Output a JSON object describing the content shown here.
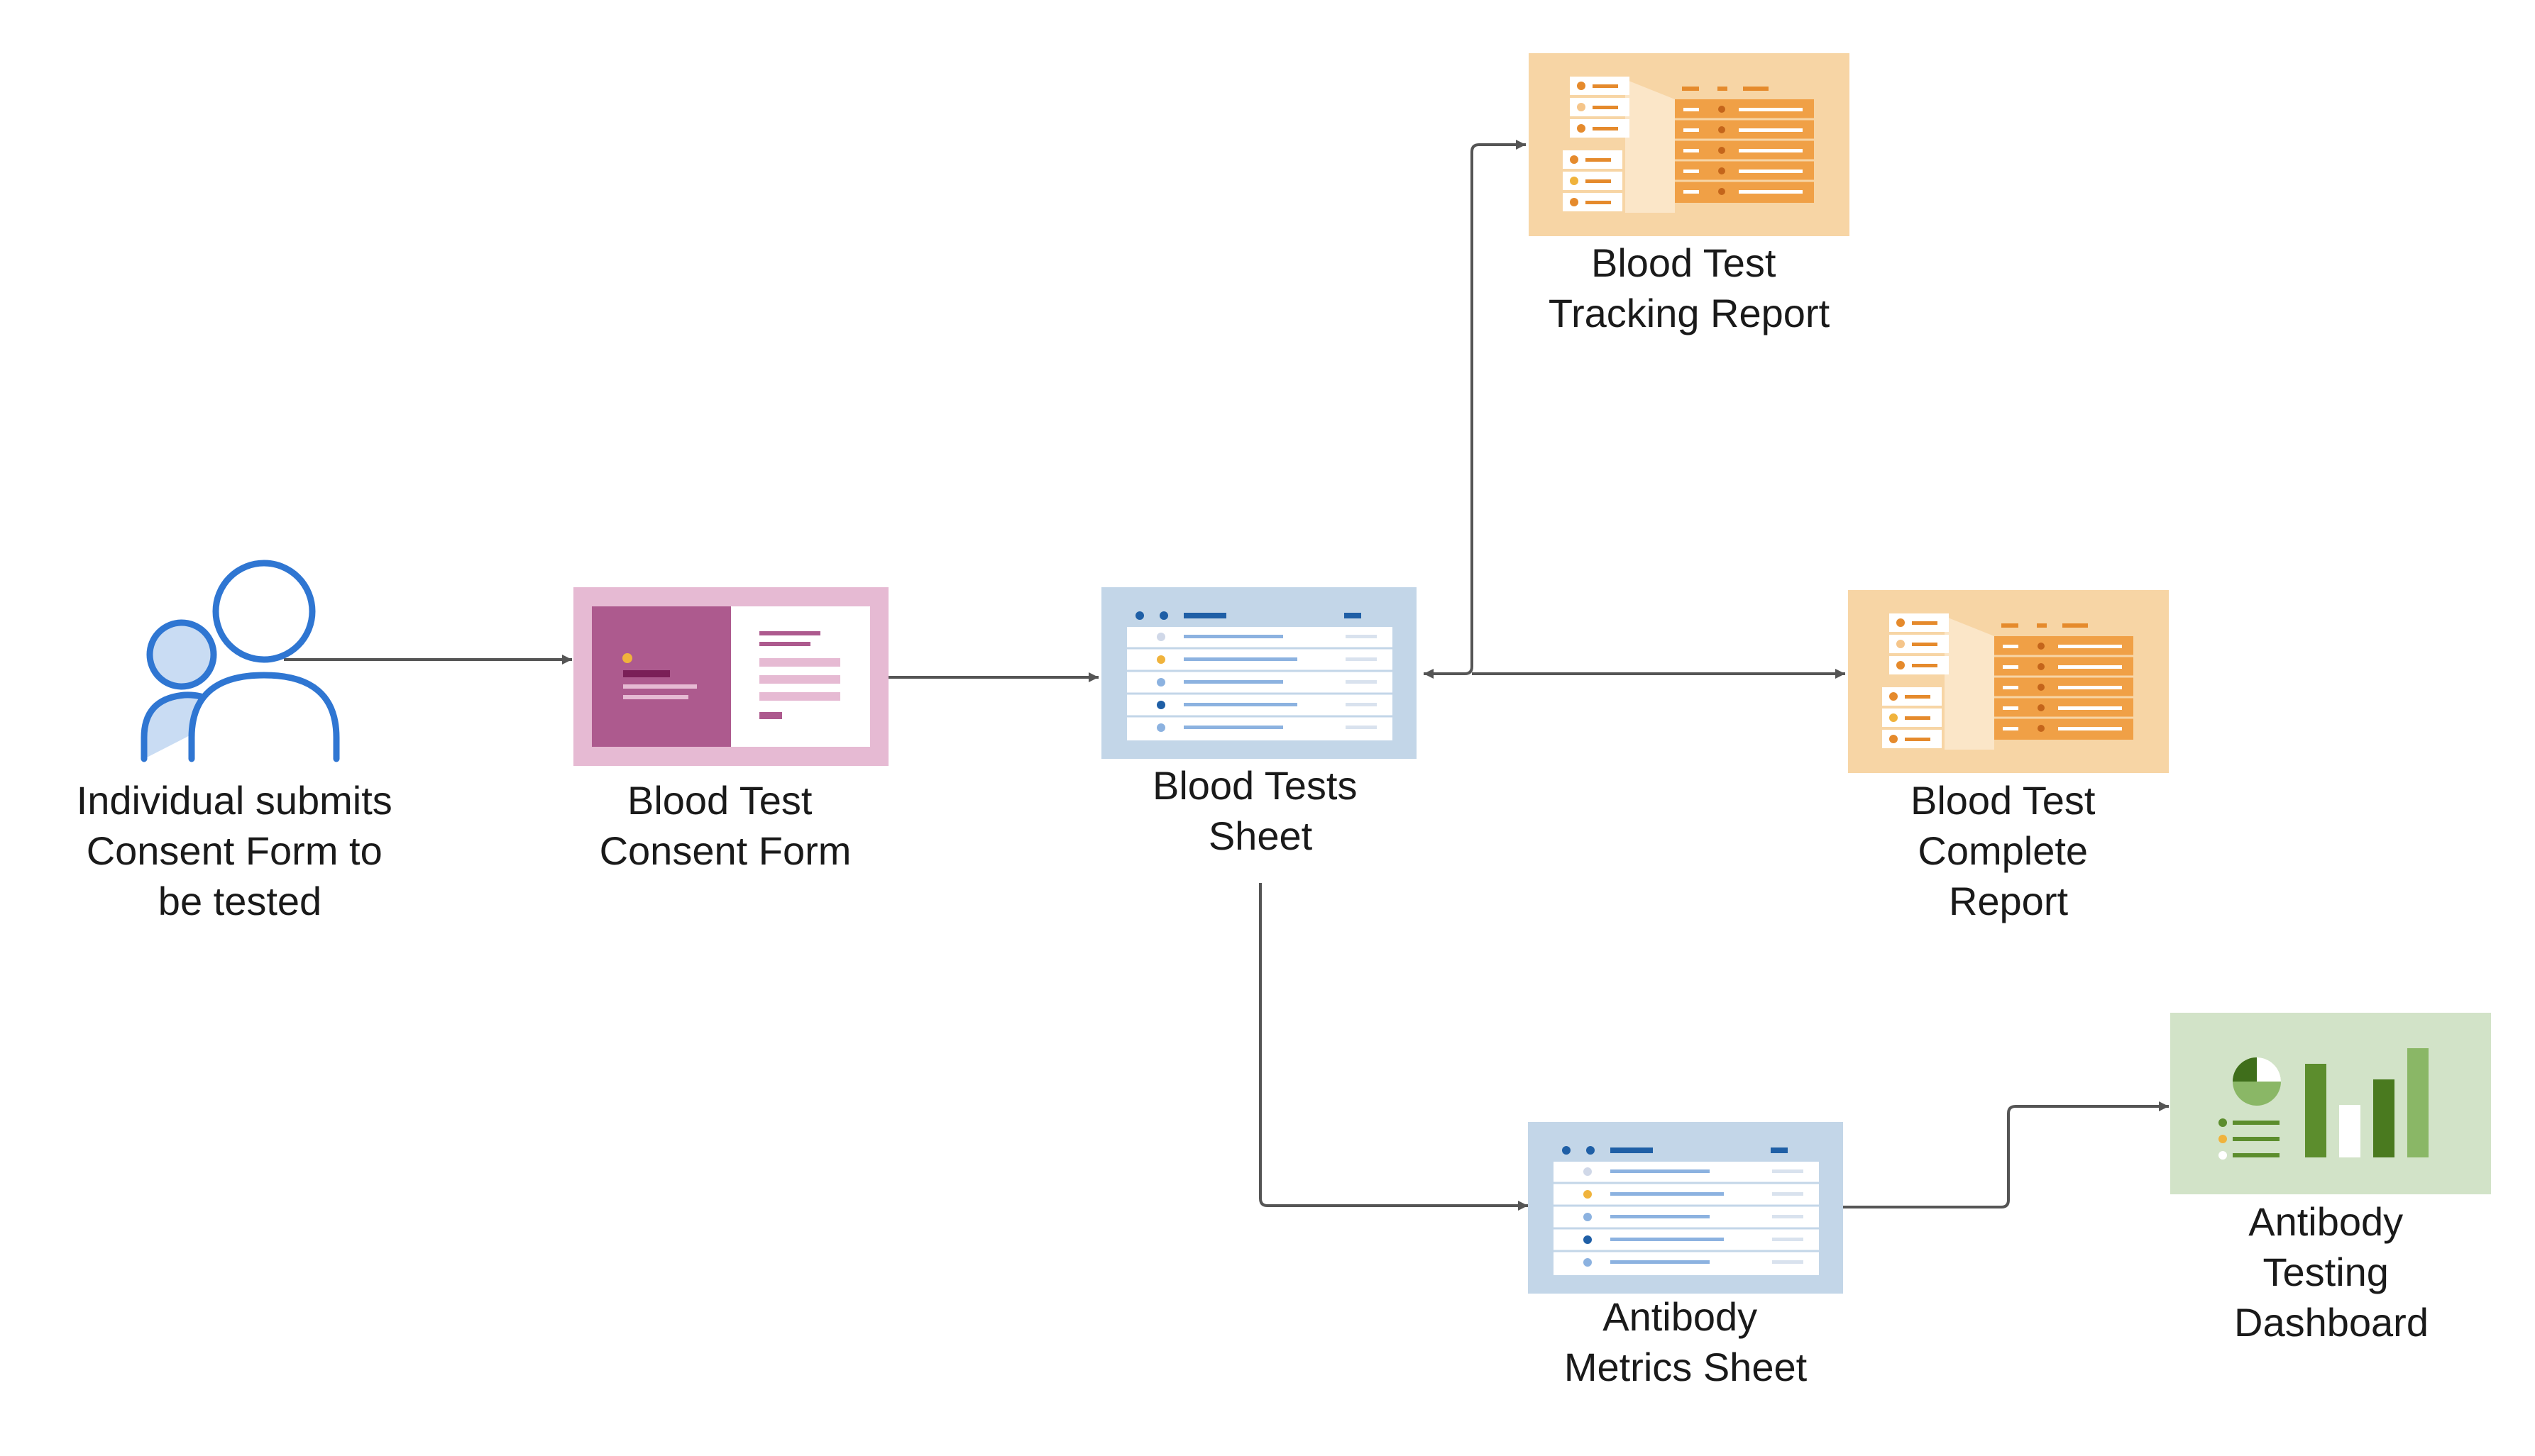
{
  "nodes": {
    "individual": {
      "lines": [
        "Individual submits",
        "Consent Form to",
        "be tested"
      ]
    },
    "consent_form": {
      "lines": [
        "Blood Test",
        "Consent Form"
      ]
    },
    "blood_tests_sheet": {
      "lines": [
        "Blood Tests",
        "Sheet"
      ]
    },
    "tracking_report": {
      "lines": [
        "Blood Test",
        "Tracking Report"
      ]
    },
    "complete_report": {
      "lines": [
        "Blood Test",
        "Complete",
        "Report"
      ]
    },
    "antibody_sheet": {
      "lines": [
        "Antibody",
        "Metrics Sheet"
      ]
    },
    "antibody_dashboard": {
      "lines": [
        "Antibody",
        "Testing",
        "Dashboard"
      ]
    }
  },
  "colors": {
    "person_blue": "#2f76d2",
    "person_fill": "#c9dcf3",
    "form_outer": "#e6bad3",
    "form_left": "#ad5a8e",
    "sheet_outer": "#c3d6e8",
    "report_outer": "#f7d5a5",
    "report_accent": "#f0a046",
    "dash_outer": "#d2e3c8",
    "dash_bar": "#5c8d2d",
    "arrow": "#555555"
  }
}
